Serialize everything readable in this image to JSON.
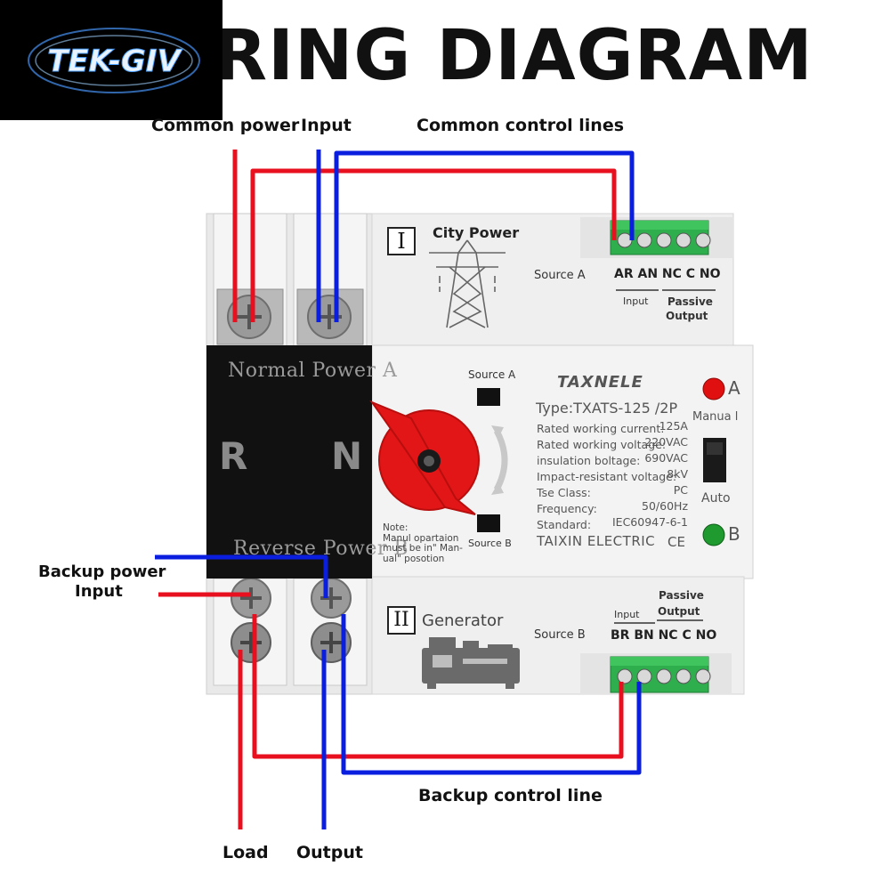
{
  "header": {
    "title": "RING DIAGRAM",
    "logo_text": "TEK-GIV"
  },
  "labels": {
    "common_power": "Common power",
    "input": "Input",
    "common_control_lines": "Common control lines",
    "backup_power_line1": "Backup power",
    "backup_power_line2": "Input",
    "backup_control_line": "Backup control line",
    "load": "Load",
    "output": "Output"
  },
  "device": {
    "normal_power": "Normal  Power  A",
    "reverse_power": "Reverse  Power  B",
    "pole_r": "R",
    "pole_n": "N",
    "section_one_numeral": "I",
    "section_two_numeral": "II",
    "city_power": "City  Power",
    "generator": "Generator",
    "source_a": "Source A",
    "source_b": "Source B",
    "switch_source_a": "Source  A",
    "switch_source_b": "Source  B",
    "terminal_a_labels": "AR AN NC C NO",
    "terminal_b_labels": "BR BN NC C NO",
    "input_word": "Input",
    "passive_output_line1": "Passive",
    "passive_output_line2": "Output",
    "brand": "TAXNELE",
    "type": "Type:TXATS-125 /2P",
    "specs": [
      {
        "label": "Rated working current:",
        "value": "125A"
      },
      {
        "label": "Rated working voltage:",
        "value": "220VAC"
      },
      {
        "label": "insulation boltage:",
        "value": "690VAC"
      },
      {
        "label": "Impact-resistant voltage:",
        "value": "8kV"
      },
      {
        "label": "Tse  Class:",
        "value": "PC"
      },
      {
        "label": "Frequency:",
        "value": "50/60Hz"
      },
      {
        "label": "Standard:",
        "value": "IEC60947-6-1"
      }
    ],
    "manufacturer": "TAIXIN ELECTRIC",
    "ce_mark": "CE",
    "indicator_a": "A",
    "indicator_b": "B",
    "manual_label": "Manua l",
    "auto_label": "Auto",
    "note_line1": "Note:",
    "note_line2": "Manul opartaion",
    "note_line3": "must be in\" Man-",
    "note_line4": "ual\"    posotion"
  },
  "colors": {
    "wire_red": "#e8101f",
    "wire_blue": "#0a1ee0",
    "terminal_green": "#2fae4e",
    "indicator_red": "#e01010",
    "indicator_green": "#1f9a2f",
    "knob_red": "#e21616"
  }
}
